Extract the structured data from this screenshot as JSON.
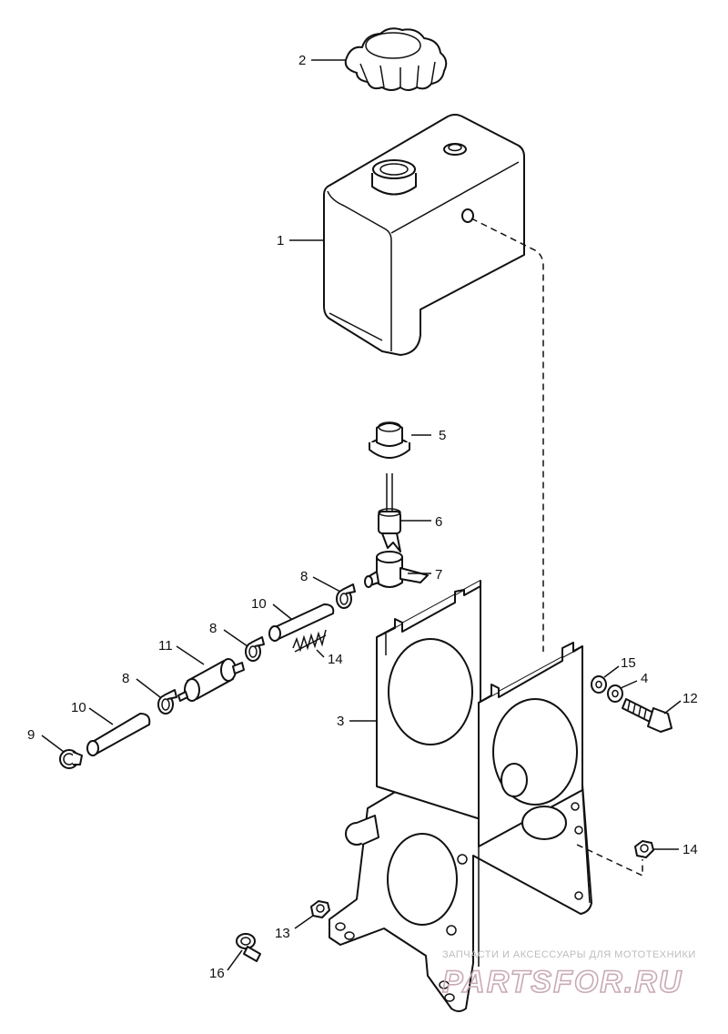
{
  "callouts": [
    {
      "id": "c1",
      "label": "1"
    },
    {
      "id": "c2",
      "label": "2"
    },
    {
      "id": "c3",
      "label": "3"
    },
    {
      "id": "c4",
      "label": "4"
    },
    {
      "id": "c5",
      "label": "5"
    },
    {
      "id": "c6",
      "label": "6"
    },
    {
      "id": "c7",
      "label": "7"
    },
    {
      "id": "c8a",
      "label": "8"
    },
    {
      "id": "c8b",
      "label": "8"
    },
    {
      "id": "c8c",
      "label": "8"
    },
    {
      "id": "c9",
      "label": "9"
    },
    {
      "id": "c10a",
      "label": "10"
    },
    {
      "id": "c10b",
      "label": "10"
    },
    {
      "id": "c11",
      "label": "11"
    },
    {
      "id": "c12",
      "label": "12"
    },
    {
      "id": "c13",
      "label": "13"
    },
    {
      "id": "c14a",
      "label": "14"
    },
    {
      "id": "c14b",
      "label": "14"
    },
    {
      "id": "c15",
      "label": "15"
    },
    {
      "id": "c16",
      "label": "16"
    }
  ],
  "watermark": {
    "tagline": "ЗАПЧАСТИ И АКСЕССУАРЫ ДЛЯ МОТОТЕХНИКИ",
    "brand": "PARTSFOR.RU"
  }
}
